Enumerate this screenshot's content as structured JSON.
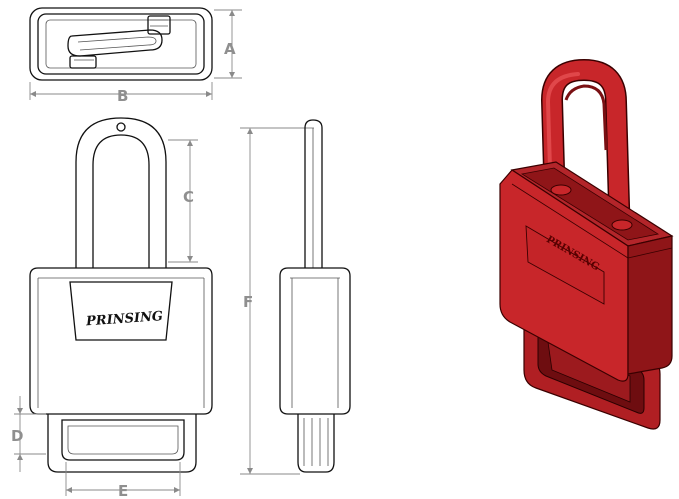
{
  "brand": "PRINSING",
  "dimension_labels": {
    "a": "A",
    "b": "B",
    "c": "C",
    "d": "D",
    "e": "E",
    "f": "F"
  },
  "colors": {
    "lock_body": "#c8262a",
    "lock_shade": "#8f1518",
    "lock_highlight": "#e0474a",
    "outline": "#111111",
    "dimension": "#8a8a8a"
  }
}
